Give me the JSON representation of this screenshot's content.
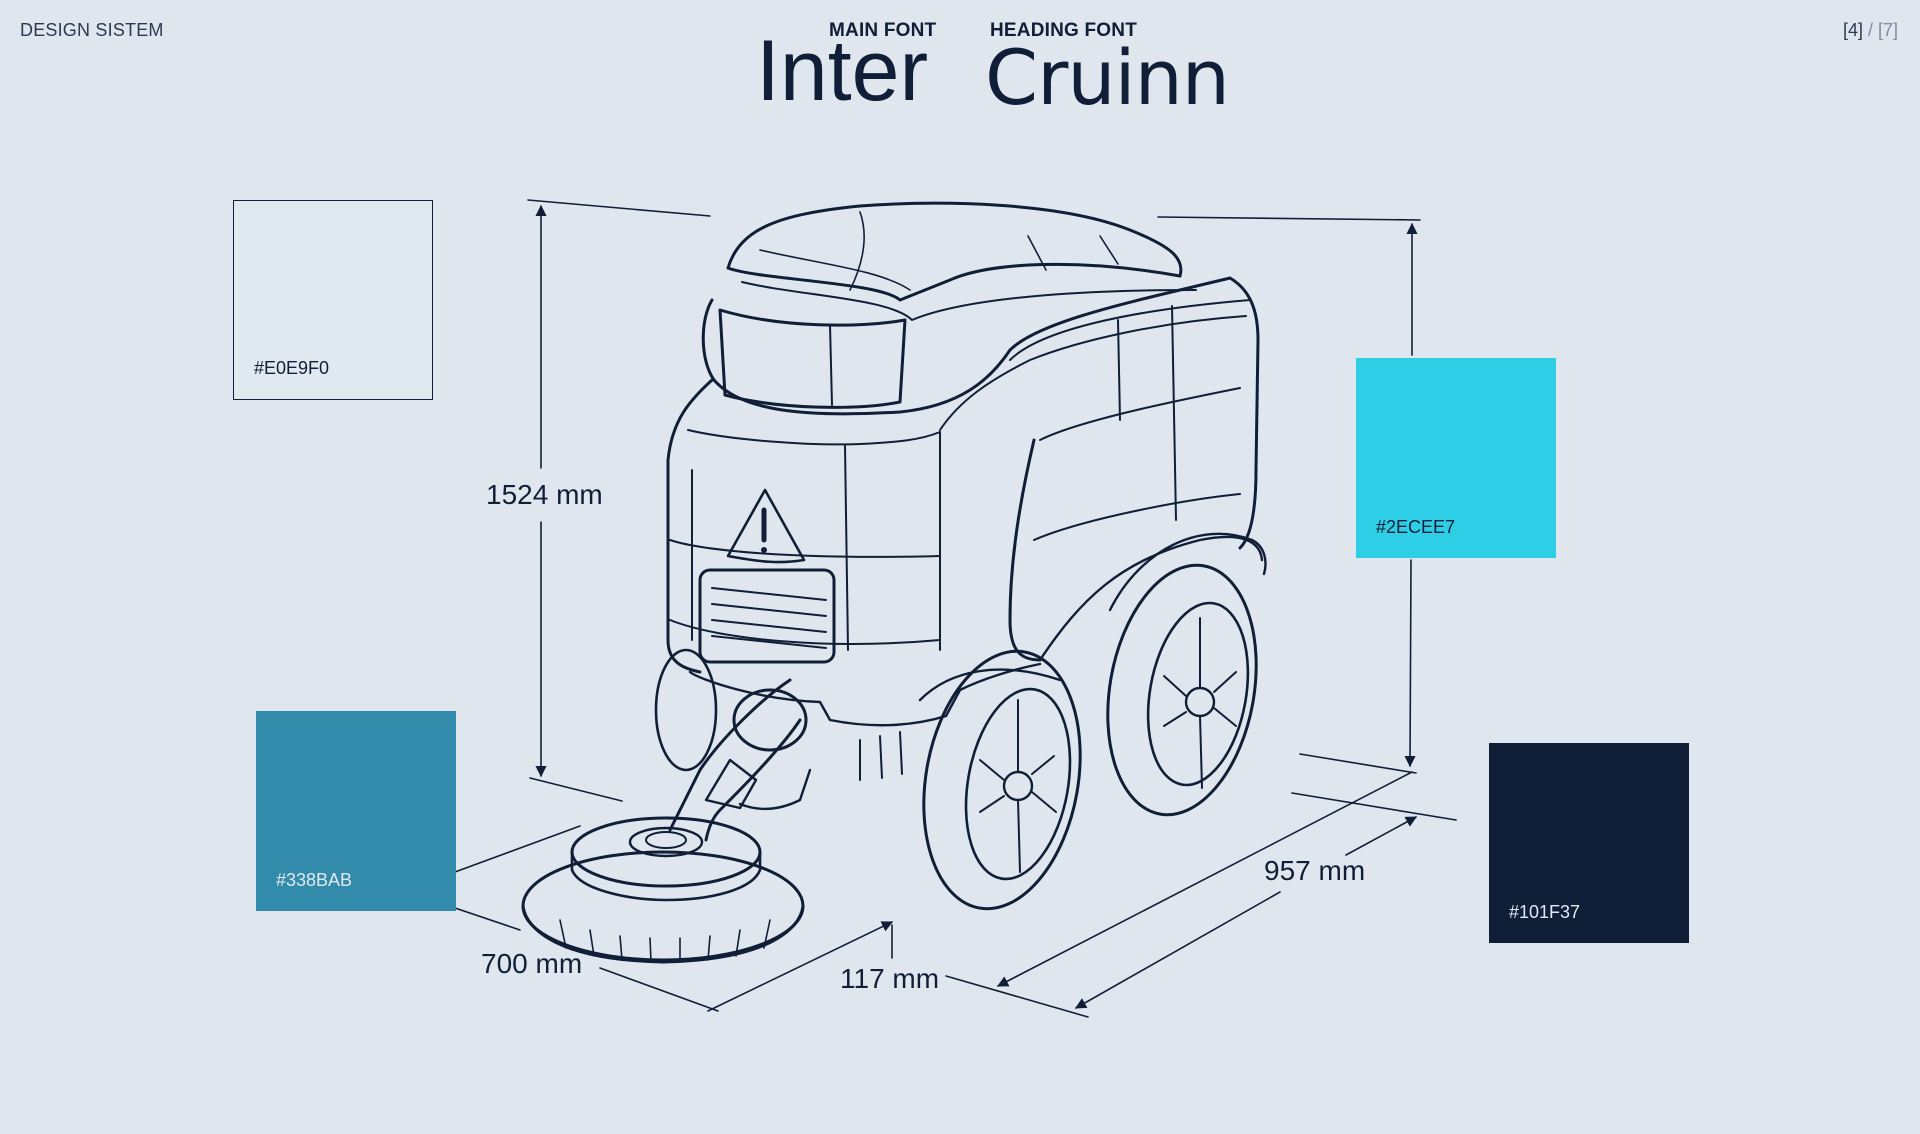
{
  "header": {
    "section_title": "DESIGN SISTEM",
    "page_current": "[4]",
    "page_separator": " / ",
    "page_total": "[7]"
  },
  "fonts": {
    "main_label": "MAIN FONT",
    "main_sample": "Inter",
    "heading_label": "HEADING FONT",
    "heading_sample": "Cruinn"
  },
  "swatches": [
    {
      "code": "#E0E9F0",
      "color": "#E0E9F0",
      "text_color": "#101F37"
    },
    {
      "code": "#2ECEE7",
      "color": "#2ECEE7",
      "text_color": "#101F37"
    },
    {
      "code": "#338BAB",
      "color": "#338BAB",
      "text_color": "#E0E9F0"
    },
    {
      "code": "#101F37",
      "color": "#101F37",
      "text_color": "#E0E9F0"
    }
  ],
  "dimensions": {
    "height": "1524 mm",
    "brush": "700 mm",
    "clearance": "117 mm",
    "length": "957 mm"
  },
  "colors": {
    "background": "#E0E6EE",
    "ink": "#101F37"
  }
}
